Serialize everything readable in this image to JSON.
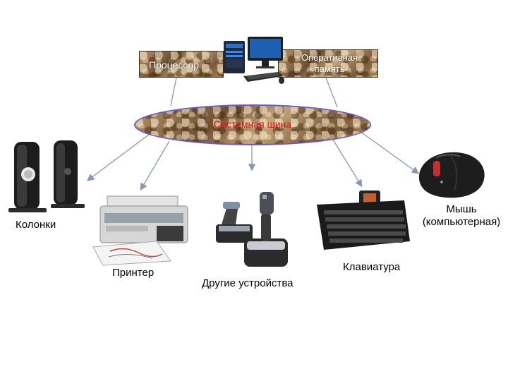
{
  "nodes": {
    "cpu": "Процессор",
    "ram": "Оперативная память",
    "bus": "Системная шина"
  },
  "devices": {
    "speakers": "Колонки",
    "printer": "Принтер",
    "other": "Другие устройства",
    "keyboard": "Клавиатура",
    "mouse_line1": "Мышь",
    "mouse_line2": "(компьютерная)"
  },
  "colors": {
    "bus_text": "#e01010",
    "connector": "#8898b0",
    "ellipse_border": "#6a5acd"
  },
  "icons": [
    "computer-icon",
    "speakers-icon",
    "printer-icon",
    "joystick-icon",
    "keyboard-icon",
    "mouse-icon"
  ]
}
